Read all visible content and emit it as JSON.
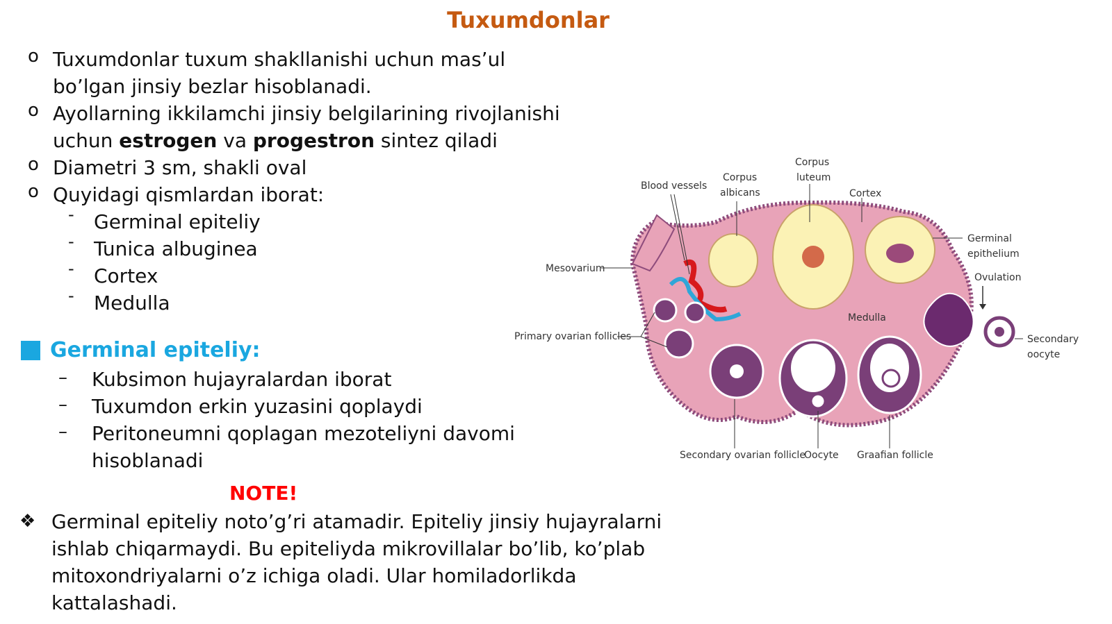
{
  "title": "Tuxumdonlar",
  "bullets": [
    "Tuxumdonlar tuxum shakllanishi uchun mas’ul bo’lgan jinsiy bezlar hisoblanadi.",
    {
      "before": "Ayollarning ikkilamchi jinsiy belgilarining rivojlanishi uchun ",
      "bold1": "estrogen",
      "mid": " va ",
      "bold2": "progestron",
      "after": " sintez qiladi"
    },
    "Diametri 3 sm, shakli oval",
    "Quyidagi qismlardan iborat:"
  ],
  "sub_bullets": [
    "Germinal epiteliy",
    "Tunica albuginea",
    "Cortex",
    "Medulla"
  ],
  "bullet_glyph": "o",
  "dash_glyph": "-",
  "section": {
    "heading": "Germinal epiteliy:",
    "items": [
      "Kubsimon hujayralardan iborat",
      "Tuxumdon erkin yuzasini qoplaydi",
      "Peritoneumni qoplagan mezoteliyni davomi hisoblanadi"
    ],
    "dash_glyph": "–"
  },
  "note": {
    "label": "NOTE!",
    "glyph": "❖",
    "text": "Germinal epiteliy noto’g’ri atamadir. Epiteliy jinsiy hujayralarni ishlab chiqarmaydi. Bu epiteliyda mikrovillalar bo’lib, ko’plab mitoxondriyalarni o’z ichiga oladi. Ular homiladorlikda kattalashadi."
  },
  "diagram": {
    "labels": {
      "blood_vessels": "Blood vessels",
      "corpus_albicans_1": "Corpus",
      "corpus_albicans_2": "albicans",
      "corpus_luteum_1": "Corpus",
      "corpus_luteum_2": "luteum",
      "cortex": "Cortex",
      "germinal_epithelium_1": "Germinal",
      "germinal_epithelium_2": "epithelium",
      "ovulation": "Ovulation",
      "mesovarium": "Mesovarium",
      "medulla": "Medulla",
      "primary_follicles": "Primary ovarian follicles",
      "secondary_oocyte_1": "Secondary",
      "secondary_oocyte_2": "oocyte",
      "secondary_follicle": "Secondary ovarian follicle",
      "oocyte": "Oocyte",
      "graafian_follicle": "Graafian follicle"
    },
    "colors": {
      "stroma": "#e8a3b8",
      "cortex_edge": "#8e4c7c",
      "follicle": "#7a3f78",
      "corpus_yellow": "#fbf2b5",
      "blood_red": "#d7191c",
      "blood_blue": "#2fa6d8"
    }
  }
}
